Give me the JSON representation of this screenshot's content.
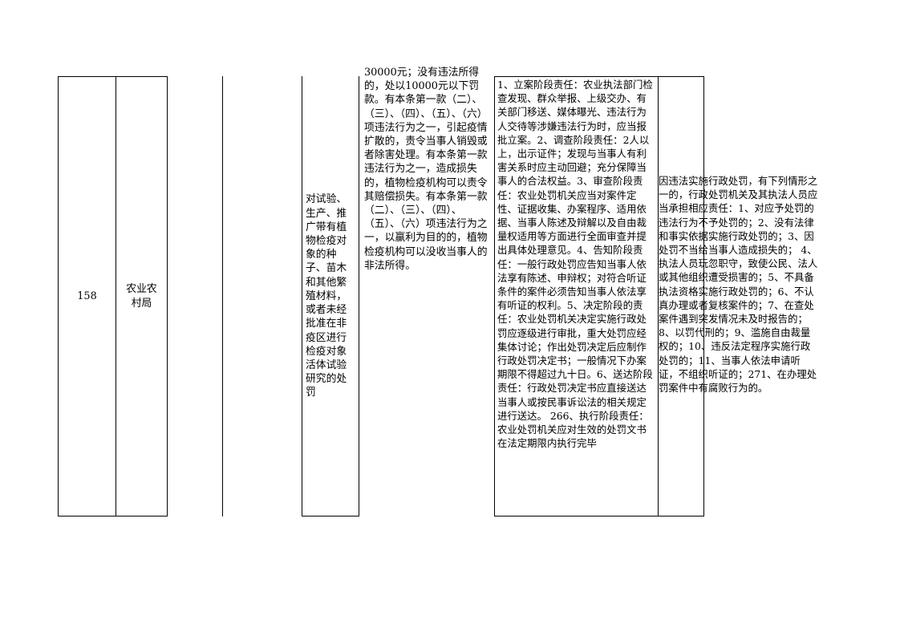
{
  "row": {
    "number": "158",
    "department": "农业农村局",
    "item_name": "对试验、生产、推广带有植物检疫对象的种子、苗木和其他繁殖材料，或者未经批准在非疫区进行检疫对象活体试验研究的处罚",
    "basis_text": "30000元；没有违法所得的，处以10000元以下罚款。有本条第一款（二）、（三）、（四）、（五）、（六）项违法行为之一，引起疫情扩散的，责令当事人销毁或者除害处理。有本条第一款违法行为之一，造成损失的，植物检疫机构可以责令其赔偿损失。有本条第一款（二）、（三）、（四）、（五）、（六）项违法行为之一，以赢利为目的的，植物检疫机构可以没收当事人的非法所得。",
    "responsibility_text": "1、立案阶段责任：农业执法部门检查发现、群众举报、上级交办、有关部门移送、媒体曝光、违法行为人交待等涉嫌违法行为时，应当报批立案。2、调查阶段责任：2人以上，出示证件；发现与当事人有利害关系时应主动回避；充分保障当事人的合法权益。3、审查阶段责任：农业处罚机关应当对案件定性、证据收集、办案程序、适用依据、当事人陈述及辩解以及自由裁量权适用等方面进行全面审查并提出具体处理意见。4、告知阶段责任：一般行政处罚应告知当事人依法享有陈述、申辩权；对符合听证条件的案件必须告知当事人依法享有听证的权利。5、决定阶段的责任：农业处罚机关决定实施行政处罚应逐级进行审批，重大处罚应经集体讨论；作出处罚决定后应制作行政处罚决定书；一般情况下办案期限不得超过九十日。6、送达阶段责任：行政处罚决定书应直接送达当事人或按民事诉讼法的相关规定进行送达。 266、执行阶段责任：农业处罚机关应对生效的处罚文书在法定期限内执行完毕",
    "accountability_text": "因违法实施行政处罚，有下列情形之一的，行政处罚机关及其执法人员应当承担相应责任：1、对应予处罚的违法行为不予处罚的；2、没有法律和事实依据实施行政处罚的；3、因处罚不当给当事人造成损失的； 4、执法人员玩忽职守，致使公民、法人或其他组织遭受损害的；5、不具备执法资格实施行政处罚的；6、不认真办理或者复核案件的；7、在查处案件遇到突发情况未及时报告的；8、以罚代刑的；9、滥施自由裁量权的；10、违反法定程序实施行政处罚的；11、当事人依法申请听证，不组织听证的；271、在办理处罚案件中有腐败行为的。"
  }
}
